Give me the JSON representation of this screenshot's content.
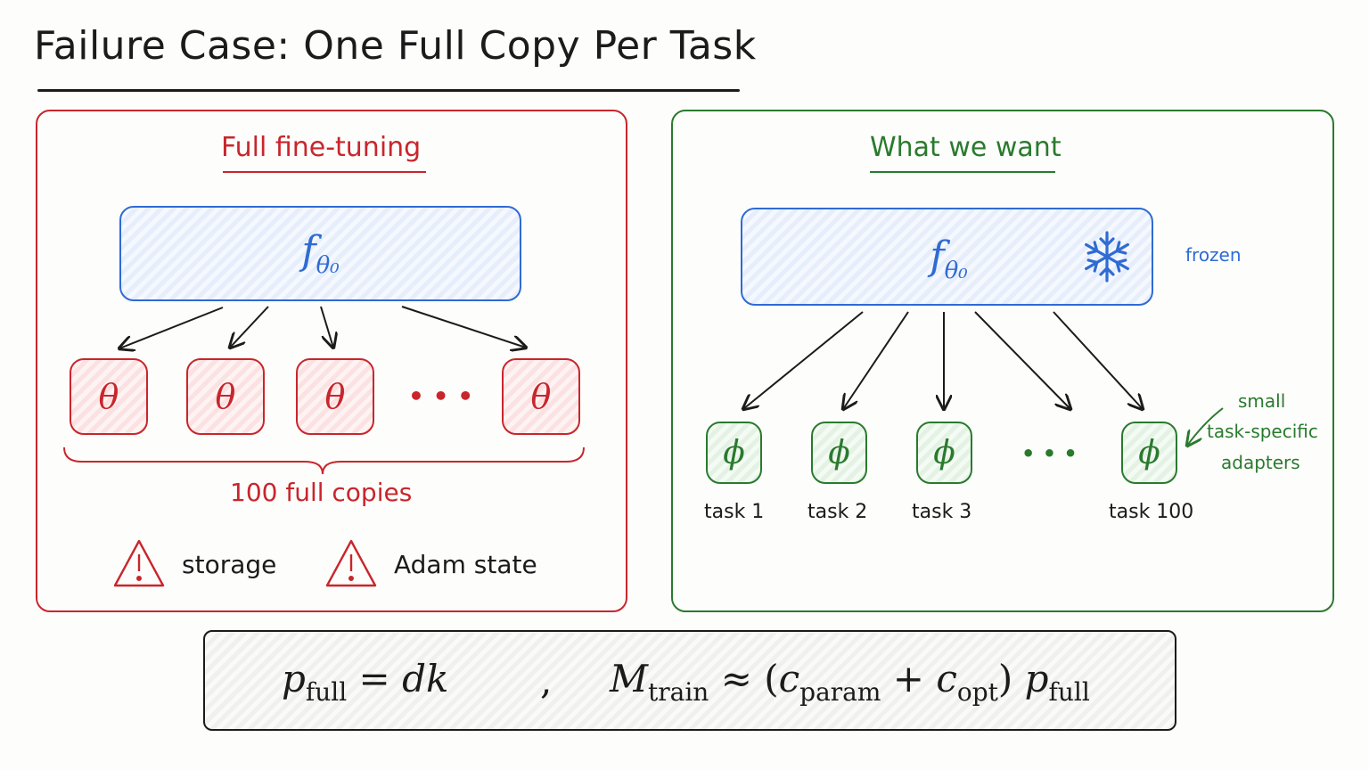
{
  "title": "Failure Case: One Full Copy Per Task",
  "left_panel": {
    "heading": "Full fine-tuning",
    "base_model_label": "f",
    "base_model_subscript": "θ₀",
    "copy_symbol": "θ",
    "ellipsis": "• • •",
    "brace_label": "100 full copies",
    "warnings": [
      {
        "icon": "warning-triangle-icon",
        "label": "storage"
      },
      {
        "icon": "warning-triangle-icon",
        "label": "Adam state"
      }
    ]
  },
  "right_panel": {
    "heading": "What we want",
    "base_model_label": "f",
    "base_model_subscript": "θ₀",
    "frozen_icon": "snowflake-icon",
    "frozen_label": "frozen",
    "adapter_symbol": "ϕ",
    "ellipsis": "• • •",
    "tasks": [
      "task 1",
      "task 2",
      "task 3",
      "task 100"
    ],
    "adapter_note_lines": [
      "small",
      "task-specific",
      "adapters"
    ]
  },
  "formula": {
    "part1_p": "p",
    "part1_sub": "full",
    "part1_rhs": " = dk",
    "separator": ",",
    "part2_m": "M",
    "part2_msub": "train",
    "part2_approx": " ≈ (",
    "part2_c1": "c",
    "part2_c1sub": "param",
    "part2_plus": " + ",
    "part2_c2": "c",
    "part2_c2sub": "opt",
    "part2_close": ")  ",
    "part2_p": "p",
    "part2_psub": "full"
  },
  "colors": {
    "red": "#c8262c",
    "green": "#2a7a2e",
    "blue": "#2f6bd3",
    "ink": "#1b1b1b"
  }
}
